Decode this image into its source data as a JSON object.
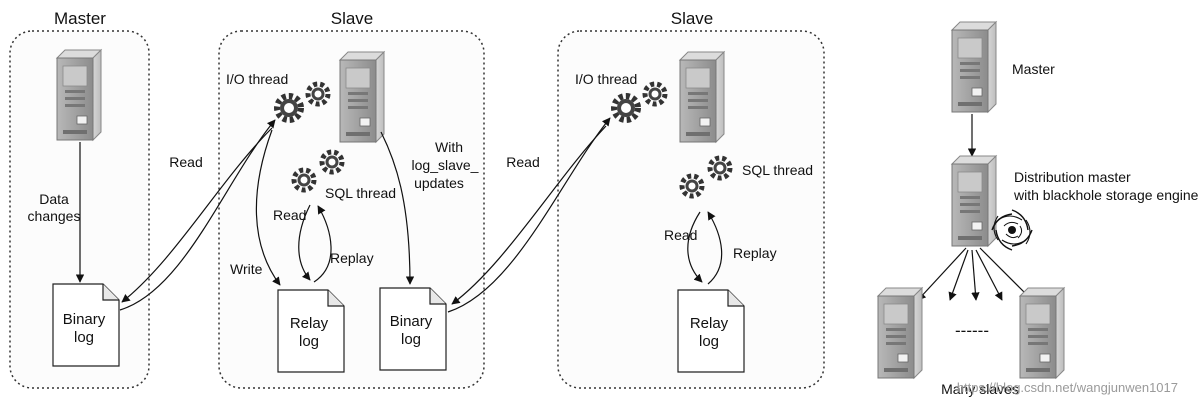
{
  "panels": {
    "master_title": "Master",
    "slave1_title": "Slave",
    "slave2_title": "Slave"
  },
  "master": {
    "data_changes": [
      "Data",
      "changes"
    ],
    "binary_log": [
      "Binary",
      "log"
    ]
  },
  "slave1": {
    "io_thread": "I/O thread",
    "sql_thread": "SQL thread",
    "read_from_master": "Read",
    "write": "Write",
    "read": "Read",
    "replay": "Replay",
    "with_log_slave_updates": [
      "With",
      "log_slave_",
      "updates"
    ],
    "relay_log": [
      "Relay",
      "log"
    ],
    "binary_log": [
      "Binary",
      "log"
    ]
  },
  "slave2": {
    "io_thread": "I/O thread",
    "sql_thread": "SQL thread",
    "read_from_slave": "Read",
    "read": "Read",
    "replay": "Replay",
    "relay_log": [
      "Relay",
      "log"
    ]
  },
  "topology": {
    "master": "Master",
    "distribution": [
      "Distribution master",
      "with blackhole storage engine"
    ],
    "dashes": "------",
    "many_slaves": "Many slaves"
  },
  "watermark": "https://blog.csdn.net/wangjunwen1017"
}
